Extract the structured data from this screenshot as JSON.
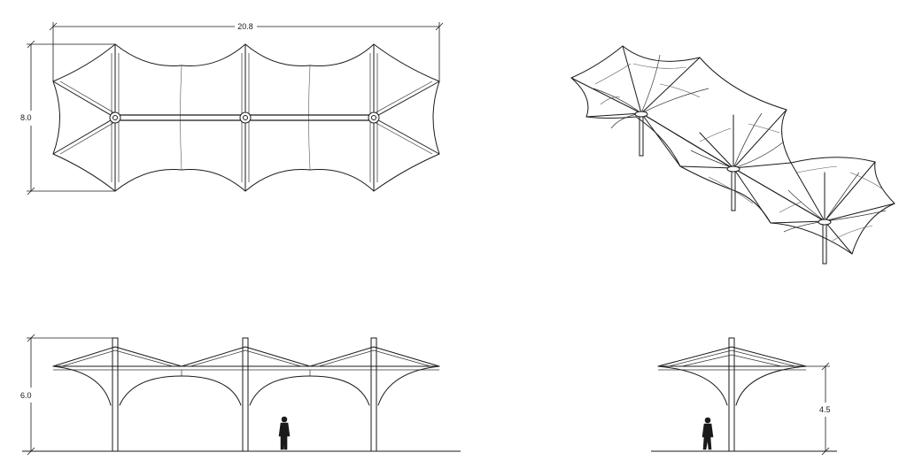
{
  "dimensions": {
    "plan_length": "20.8",
    "plan_width": "8.0",
    "front_height": "6.0",
    "side_height": "4.5"
  },
  "colors": {
    "line": "#1a1a1a",
    "background": "#ffffff"
  }
}
